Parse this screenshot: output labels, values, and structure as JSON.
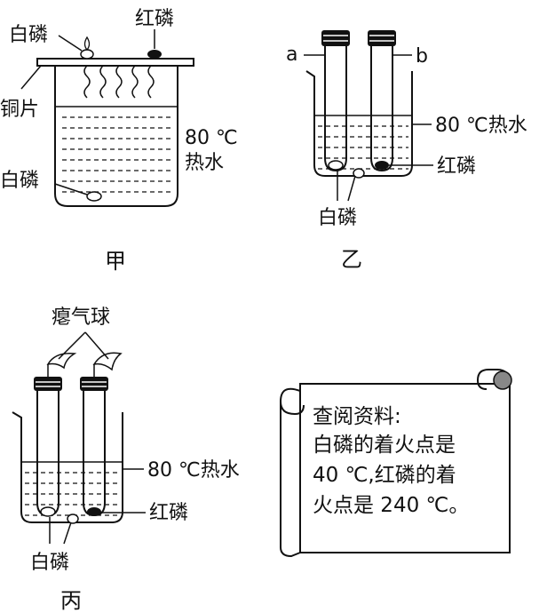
{
  "setup_jia": {
    "caption": "甲",
    "label_white_p_top": "白磷",
    "label_red_p": "红磷",
    "label_copper": "铜片",
    "label_hot_water_temp": "80 ℃",
    "label_hot_water": "热水",
    "label_white_p_bottom": "白磷"
  },
  "setup_yi": {
    "caption": "乙",
    "label_a": "a",
    "label_b": "b",
    "label_hot_water": "80 ℃热水",
    "label_red_p": "红磷",
    "label_white_p": "白磷"
  },
  "setup_bing": {
    "caption": "丙",
    "label_balloon": "瘪气球",
    "label_hot_water": "80 ℃热水",
    "label_red_p": "红磷",
    "label_white_p": "白磷"
  },
  "info_note": {
    "title": "查阅资料:",
    "line1": "白磷的着火点是",
    "line2": "40 ℃,红磷的着",
    "line3": "火点是 240 ℃。"
  }
}
